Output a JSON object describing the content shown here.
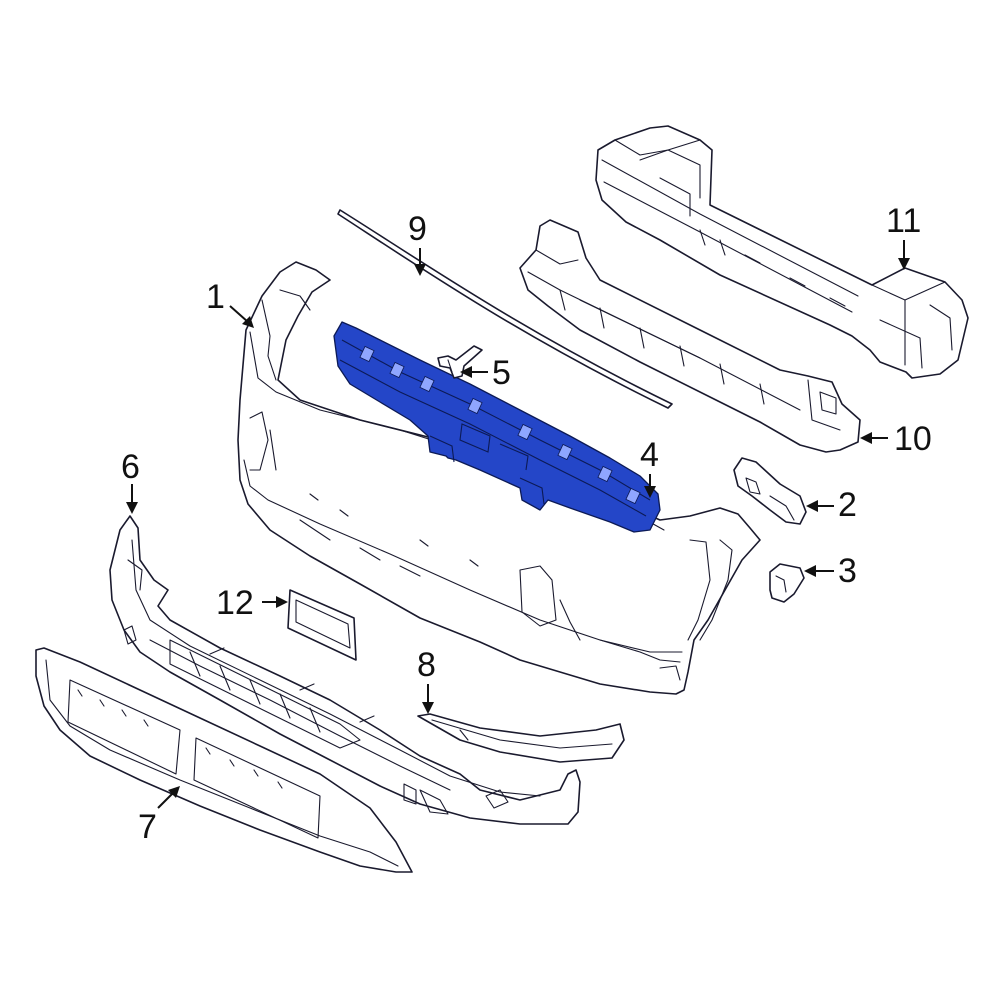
{
  "colors": {
    "highlight": "#2446c8",
    "outline": "#1a1a2e",
    "background": "#ffffff"
  },
  "callouts": [
    {
      "id": "1",
      "label": "1",
      "part": "bumper-cover"
    },
    {
      "id": "2",
      "label": "2",
      "part": "bracket-right"
    },
    {
      "id": "3",
      "label": "3",
      "part": "clip-bracket"
    },
    {
      "id": "4",
      "label": "4",
      "part": "absorber-highlighted"
    },
    {
      "id": "5",
      "label": "5",
      "part": "retainer-clip"
    },
    {
      "id": "6",
      "label": "6",
      "part": "lower-valance"
    },
    {
      "id": "7",
      "label": "7",
      "part": "skid-plate"
    },
    {
      "id": "8",
      "label": "8",
      "part": "molding"
    },
    {
      "id": "9",
      "label": "9",
      "part": "upper-seal-strip"
    },
    {
      "id": "10",
      "label": "10",
      "part": "energy-absorber"
    },
    {
      "id": "11",
      "label": "11",
      "part": "reinforcement-beam"
    },
    {
      "id": "12",
      "label": "12",
      "part": "license-plate-bracket"
    }
  ]
}
